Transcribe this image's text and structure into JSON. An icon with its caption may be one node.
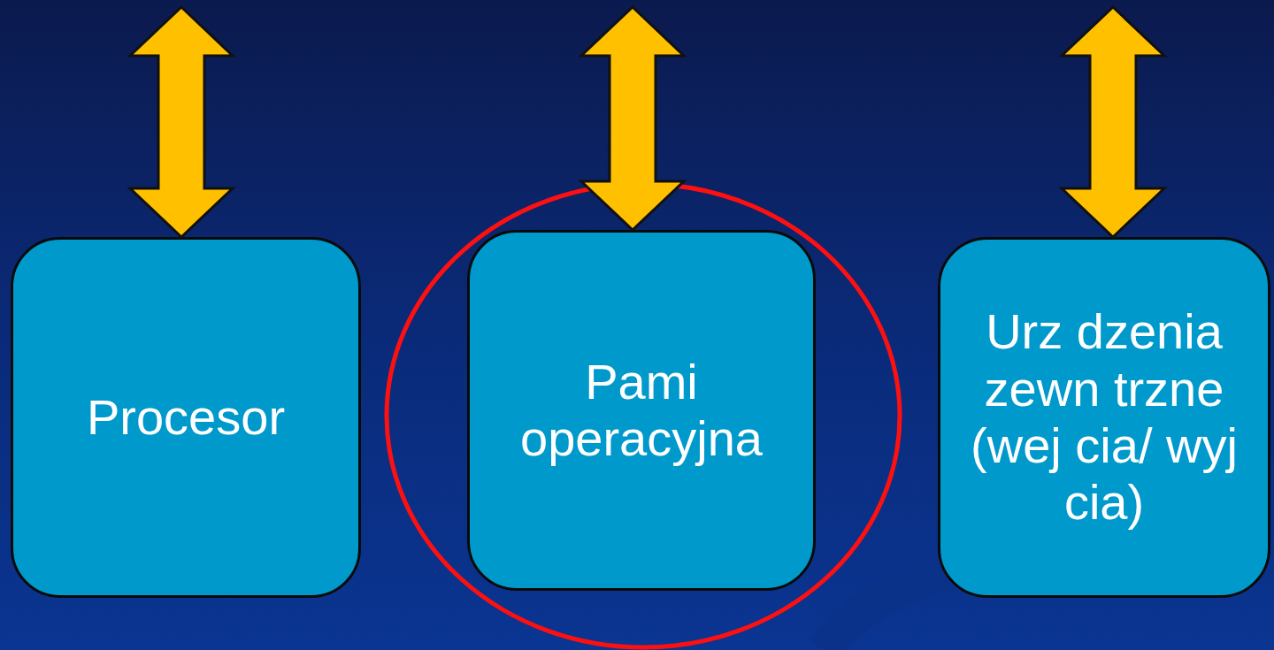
{
  "diagram": {
    "nodes": [
      {
        "text": [
          "Procesor"
        ]
      },
      {
        "text": [
          "Pami operacyjna"
        ]
      },
      {
        "text": [
          "Urz dzenia zewn trzne (wej cia/ wyj cia)"
        ]
      }
    ],
    "edges": [
      {
        "from": null,
        "to": 0,
        "arrow": "both"
      },
      {
        "from": null,
        "to": 1,
        "arrow": "both"
      },
      {
        "from": null,
        "to": 2,
        "arrow": "both"
      }
    ]
  }
}
